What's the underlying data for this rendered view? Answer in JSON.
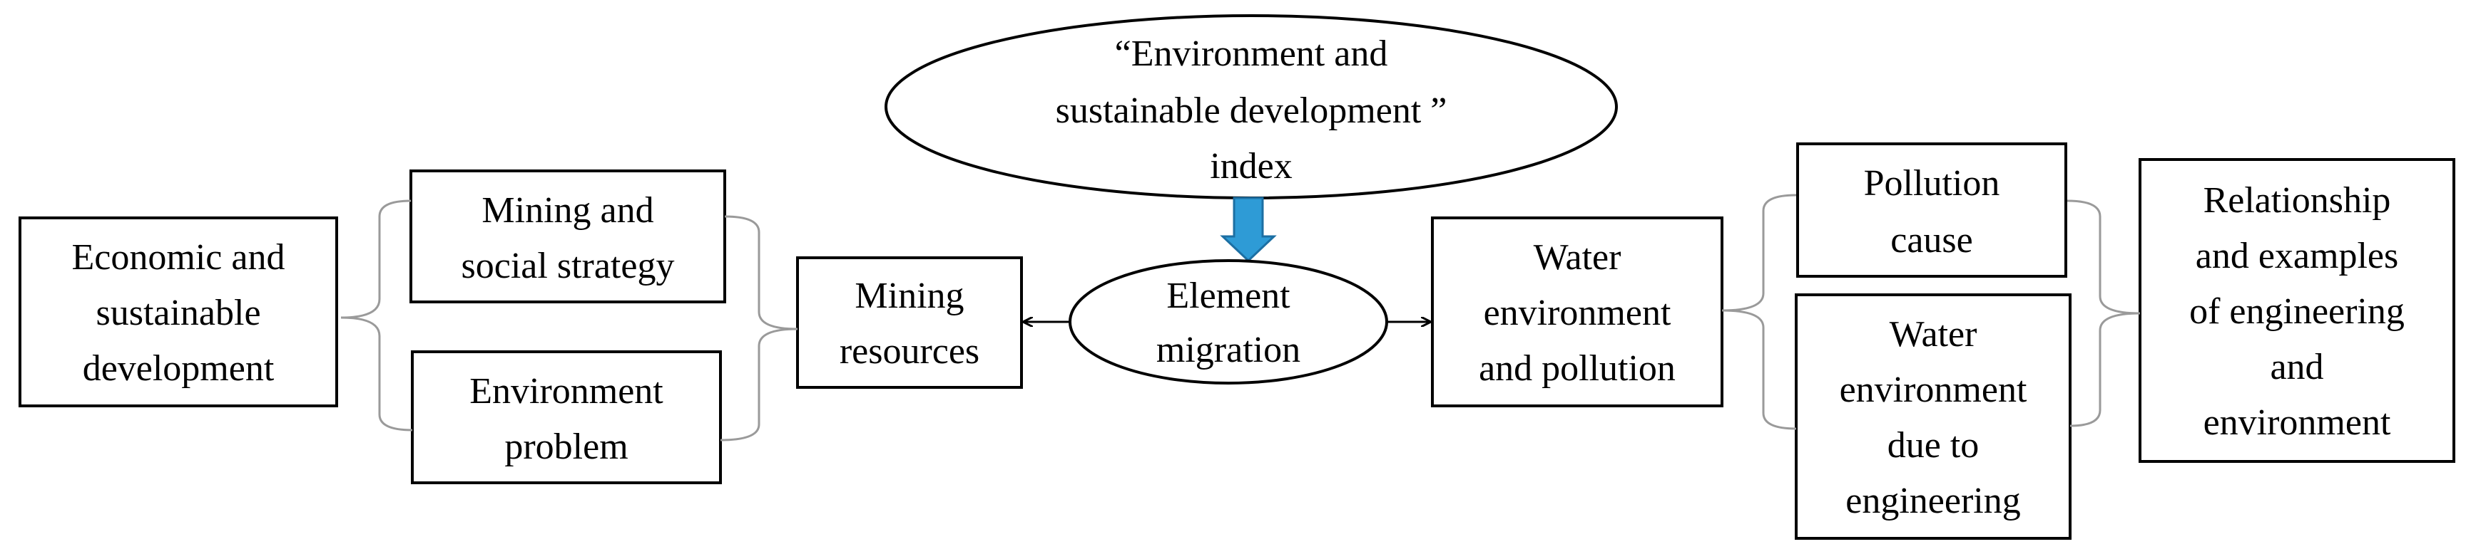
{
  "diagram": {
    "top_ellipse": {
      "lines": [
        "“Environment and",
        "sustainable development ”",
        "index"
      ]
    },
    "center_ellipse": {
      "lines": [
        "Element",
        "migration"
      ]
    },
    "left": {
      "economic": {
        "lines": [
          "Economic and",
          "sustainable",
          "development"
        ]
      },
      "mining_social": {
        "lines": [
          "Mining and",
          "social strategy"
        ]
      },
      "environment_problem": {
        "lines": [
          "Environment",
          "problem"
        ]
      },
      "mining_resources": {
        "lines": [
          "Mining",
          "resources"
        ]
      }
    },
    "right": {
      "water_pollution": {
        "lines": [
          "Water",
          "environment",
          "and pollution"
        ]
      },
      "pollution_cause": {
        "lines": [
          "Pollution",
          "cause"
        ]
      },
      "water_engineering": {
        "lines": [
          "Water",
          "environment",
          "due to",
          "engineering"
        ]
      },
      "relationship": {
        "lines": [
          "Relationship",
          "and examples",
          "of engineering",
          "and",
          "environment"
        ]
      }
    },
    "colors": {
      "stroke": "#000000",
      "arrow_fill": "#2e9bd6",
      "arrow_stroke": "#1c6fa3",
      "bracket_stroke": "#9a9a9a"
    }
  }
}
